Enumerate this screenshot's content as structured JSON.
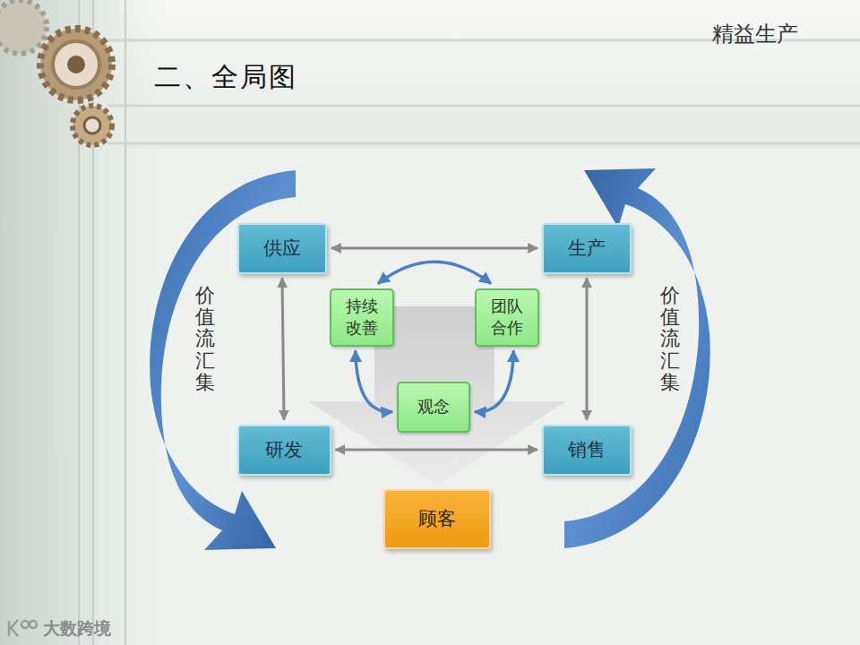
{
  "diagram": {
    "title": "二、全局图",
    "nodes": [
      {
        "text": [
          "供应"
        ]
      },
      {
        "text": [
          "生产"
        ]
      },
      {
        "text": [
          "持续改善"
        ]
      },
      {
        "text": [
          "团队合作"
        ]
      },
      {
        "text": [
          "观念"
        ]
      },
      {
        "text": [
          "研发"
        ]
      },
      {
        "text": [
          "销售"
        ]
      },
      {
        "text": [
          "顾客"
        ]
      }
    ],
    "edges": [
      {
        "from": 0,
        "to": 1,
        "arrow": "both"
      },
      {
        "from": 0,
        "to": 5,
        "arrow": "both"
      },
      {
        "from": 1,
        "to": 6,
        "arrow": "both"
      },
      {
        "from": 5,
        "to": 6,
        "arrow": "both"
      },
      {
        "from": 2,
        "to": 3,
        "arrow": "both"
      },
      {
        "from": 2,
        "to": 4,
        "arrow": "both"
      },
      {
        "from": 3,
        "to": 4,
        "arrow": "both"
      }
    ],
    "labels": [
      "精益生产",
      "价值流汇集",
      "价值流汇集",
      "大数跨境"
    ]
  }
}
